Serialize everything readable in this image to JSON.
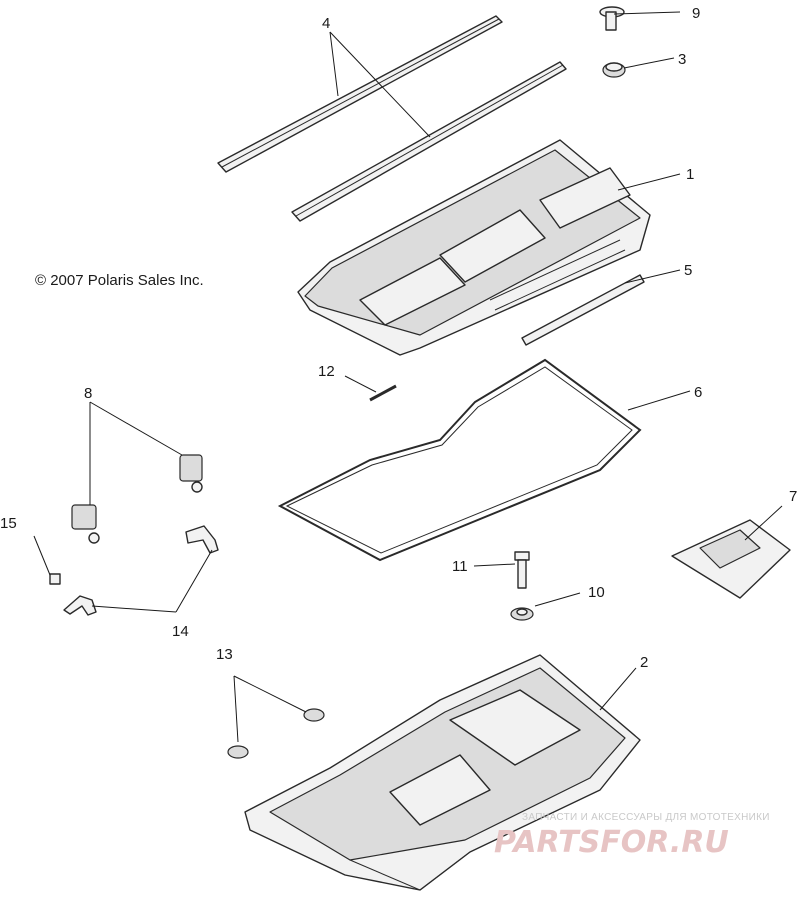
{
  "copyright": "© 2007 Polaris Sales Inc.",
  "callouts": [
    {
      "id": "c1",
      "label": "1"
    },
    {
      "id": "c2",
      "label": "2"
    },
    {
      "id": "c3",
      "label": "3"
    },
    {
      "id": "c4",
      "label": "4"
    },
    {
      "id": "c5",
      "label": "5"
    },
    {
      "id": "c6",
      "label": "6"
    },
    {
      "id": "c7",
      "label": "7"
    },
    {
      "id": "c8",
      "label": "8"
    },
    {
      "id": "c9",
      "label": "9"
    },
    {
      "id": "c10",
      "label": "10"
    },
    {
      "id": "c11",
      "label": "11"
    },
    {
      "id": "c12",
      "label": "12"
    },
    {
      "id": "c13",
      "label": "13"
    },
    {
      "id": "c14",
      "label": "14"
    },
    {
      "id": "c15",
      "label": "15"
    }
  ],
  "watermark": {
    "tagline": "ЗАПЧАСТИ И АКСЕССУАРЫ ДЛЯ МОТОТЕХНИКИ",
    "brand": "PARTSFOR.RU"
  }
}
